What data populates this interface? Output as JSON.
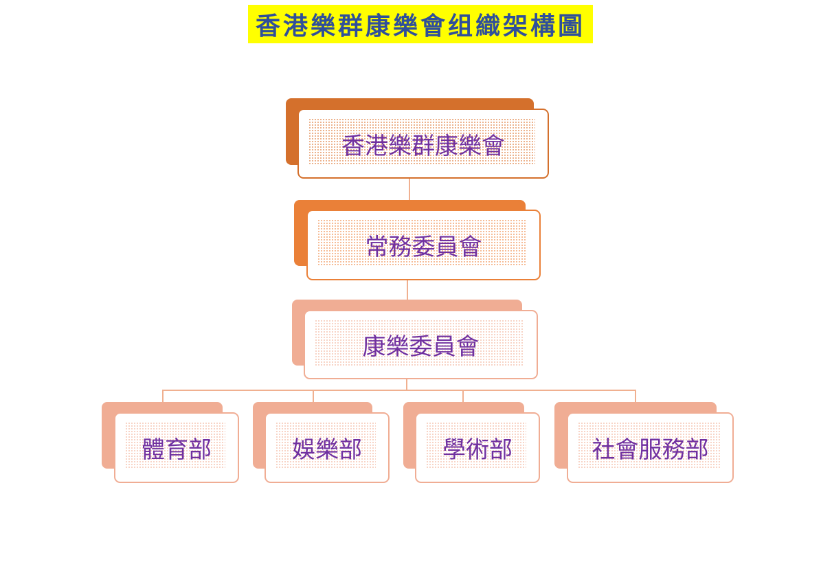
{
  "title": "香港樂群康樂會组織架構圖",
  "colors": {
    "level1": "#d4702c",
    "level2": "#ea8038",
    "level3": "#f0ad94",
    "title_bg": "#ffff00",
    "text": "#7030a0"
  },
  "nodes": {
    "root": "香港樂群康樂會",
    "standing": "常務委員會",
    "recreation": "康樂委員會",
    "departments": [
      "體育部",
      "娛樂部",
      "學術部",
      "社會服務部"
    ]
  }
}
